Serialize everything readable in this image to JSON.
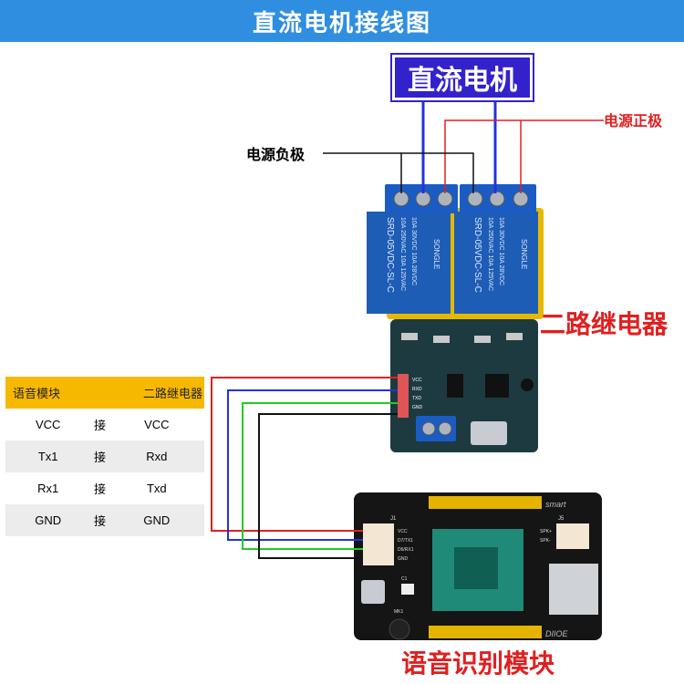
{
  "title": "直流电机接线图",
  "labels": {
    "motor": "直流电机",
    "power_positive": "电源正极",
    "power_negative": "电源负极",
    "relay": "二路继电器",
    "voice_module": "语音识别模块"
  },
  "table": {
    "header": [
      "语音模块",
      "",
      "二路继电器"
    ],
    "rows": [
      [
        "VCC",
        "接",
        "VCC"
      ],
      [
        "Tx1",
        "接",
        "Rxd"
      ],
      [
        "Rx1",
        "接",
        "Txd"
      ],
      [
        "GND",
        "接",
        "GND"
      ]
    ]
  },
  "relay_markings": {
    "relay_text_1": "SRD-05VDC-SL-C",
    "relay_text_2": "SRD-05VDC-SL-C",
    "brand": "SONGLE",
    "rating_lines": [
      "10A 250VAC 10A 125VAC",
      "10A 30VDC 10A 28VDC"
    ],
    "pins": [
      "VCC",
      "RXD",
      "TXD",
      "GND"
    ]
  },
  "voice_markings": {
    "pins": [
      "VCC",
      "D7/TX1",
      "D6/RX1",
      "GND"
    ],
    "spk": [
      "SPK+",
      "SPK-"
    ],
    "top_label": "smart",
    "mic": "MK1",
    "bottom_label": "DIIOE",
    "j_labels": [
      "J1",
      "J5",
      "C1"
    ]
  },
  "colors": {
    "banner": "#2f8ee0",
    "motor_box": "#3322cc",
    "red_label": "#e02020",
    "table_header": "#f7b800",
    "wire_red": "#e02020",
    "wire_blue": "#2233dd",
    "wire_green": "#22cc22",
    "wire_black": "#111111"
  }
}
